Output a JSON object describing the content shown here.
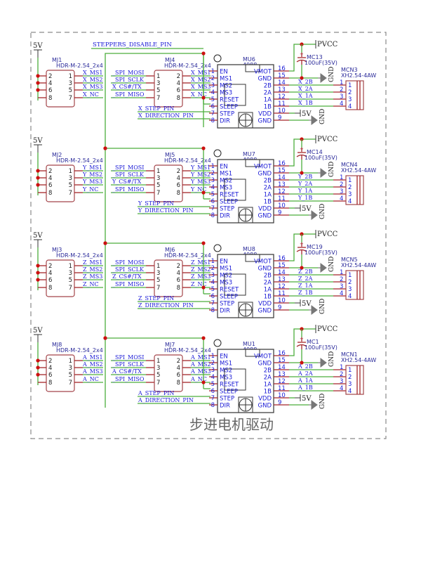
{
  "title": "步进电机驱动",
  "global_net": "STEPPERS_DISABLE_PIN",
  "power": {
    "v5": "5V",
    "pvcc": "PVCC",
    "gnd": "GND"
  },
  "colors": {
    "wire": "#4cae3c",
    "pin": "#a4252a",
    "label": "#1a1ad6",
    "junction": "#cc1111",
    "frame": "#8a8a8a"
  },
  "module_pins_left": [
    {
      "num": "1",
      "name": "EN"
    },
    {
      "num": "2",
      "name": "MS1"
    },
    {
      "num": "3",
      "name": "MS2"
    },
    {
      "num": "4",
      "name": "MS3"
    },
    {
      "num": "5",
      "name": "RESET"
    },
    {
      "num": "6",
      "name": "SLEEP"
    },
    {
      "num": "7",
      "name": "STEP"
    },
    {
      "num": "8",
      "name": "DIR"
    }
  ],
  "module_pins_right": [
    {
      "num": "16",
      "name": "VMOT"
    },
    {
      "num": "15",
      "name": "GND"
    },
    {
      "num": "14",
      "name": "2B"
    },
    {
      "num": "13",
      "name": "2A"
    },
    {
      "num": "12",
      "name": "1A"
    },
    {
      "num": "11",
      "name": "1B"
    },
    {
      "num": "10",
      "name": "VDD"
    },
    {
      "num": "9",
      "name": "GND"
    }
  ],
  "header_left_pins": [
    "2",
    "4",
    "6",
    "8"
  ],
  "header_right_pins": [
    "1",
    "3",
    "5",
    "7"
  ],
  "spi_nets": [
    "_SPI_MOSI",
    "_SPI_SCLK",
    "CS#/TX",
    "_SPI_MISO"
  ],
  "connector_pins": [
    "1",
    "2",
    "3",
    "4"
  ],
  "channels": [
    {
      "axis": "X",
      "jumper_a": {
        "ref": "MJ1",
        "value": "HDR-M-2.54_2x4"
      },
      "jumper_b": {
        "ref": "MJ4",
        "value": "HDR-M-2.54_2x4"
      },
      "module": {
        "ref": "MU6",
        "value": "4988"
      },
      "cap": {
        "ref": "MC13",
        "value": "100uF(35V)"
      },
      "conn": {
        "ref": "MCN3",
        "value": "XH2.54-4AW"
      },
      "ms_nets": [
        "X_MS1",
        "X_MS2",
        "X_MS3",
        "X_NC"
      ],
      "cs_net": "X_CS#/TX",
      "step_net": "X_STEP_PIN",
      "dir_net": "X_DIRECTION_PIN",
      "motor_nets": [
        "X_2B",
        "X_2A",
        "X_1A",
        "X_1B"
      ]
    },
    {
      "axis": "Y",
      "jumper_a": {
        "ref": "MJ2",
        "value": "HDR-M-2.54_2x4"
      },
      "jumper_b": {
        "ref": "MJ5",
        "value": "HDR-M-2.54_2x4"
      },
      "module": {
        "ref": "MU7",
        "value": "4988"
      },
      "cap": {
        "ref": "MC14",
        "value": "100uF(35V)"
      },
      "conn": {
        "ref": "MCN4",
        "value": "XH2.54-4AW"
      },
      "ms_nets": [
        "Y_MS1",
        "Y_MS2",
        "Y_MS3",
        "Y_NC"
      ],
      "cs_net": "Y_CS#/TX",
      "step_net": "Y_STEP_PIN",
      "dir_net": "Y_DIRECTION_PIN",
      "motor_nets": [
        "Y_2B",
        "Y_2A",
        "Y_1A",
        "Y_1B"
      ]
    },
    {
      "axis": "Z",
      "jumper_a": {
        "ref": "MJ3",
        "value": "HDR-M-2.54_2x4"
      },
      "jumper_b": {
        "ref": "MJ6",
        "value": "HDR-M-2.54_2x4"
      },
      "module": {
        "ref": "MU8",
        "value": "4988"
      },
      "cap": {
        "ref": "MC19",
        "value": "100uF(35V)"
      },
      "conn": {
        "ref": "MCN5",
        "value": "XH2.54-4AW"
      },
      "ms_nets": [
        "Z_MS1",
        "Z_MS2",
        "Z_MS3",
        "Z_NC"
      ],
      "cs_net": "Z_CS#/TX",
      "step_net": "Z_STEP_PIN",
      "dir_net": "Z_DIRECTION_PIN",
      "motor_nets": [
        "Z_2B",
        "Z_2A",
        "Z_1A",
        "Z_1B"
      ]
    },
    {
      "axis": "A",
      "jumper_a": {
        "ref": "MJ8",
        "value": "HDR-M-2.54_2x4"
      },
      "jumper_b": {
        "ref": "MJ7",
        "value": "HDR-M-2.54_2x4"
      },
      "module": {
        "ref": "MU1",
        "value": "4988"
      },
      "cap": {
        "ref": "MC1",
        "value": "100uF(35V)"
      },
      "conn": {
        "ref": "MCN1",
        "value": "XH2.54-4AW"
      },
      "ms_nets": [
        "A_MS1",
        "A_MS2",
        "A_MS3",
        "A_NC"
      ],
      "cs_net": "A_CS#/TX",
      "step_net": "A_STEP_PIN",
      "dir_net": "A_DIRECTION_PIN",
      "motor_nets": [
        "A_2B",
        "A_2A",
        "A_1A",
        "A_1B"
      ]
    }
  ]
}
